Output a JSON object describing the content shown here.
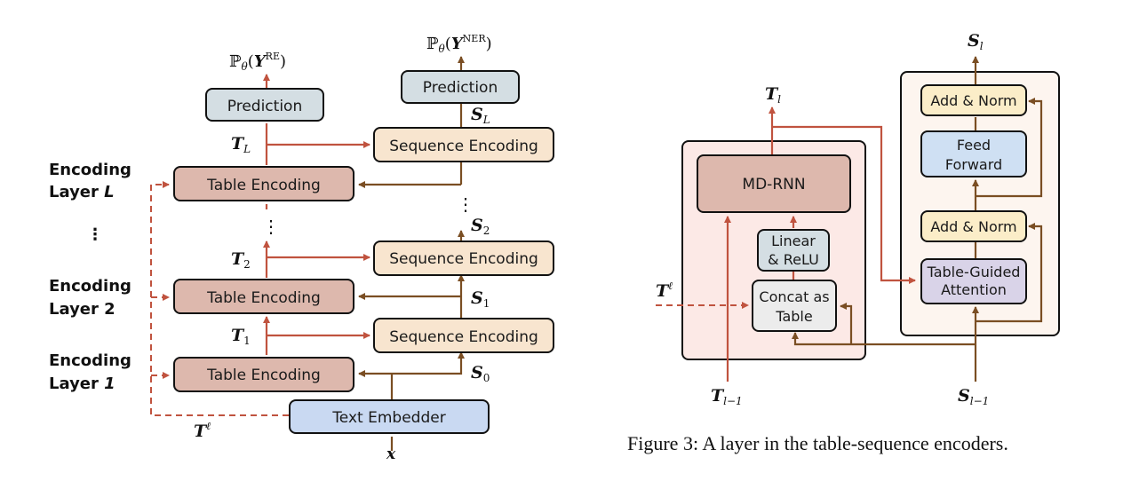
{
  "left_figure": {
    "layer_labels": [
      {
        "line1": "Encoding",
        "line2": "Layer ",
        "index": "L"
      },
      {
        "line1": "Encoding",
        "line2": "Layer ",
        "index": "2"
      },
      {
        "line1": "Encoding",
        "line2": "Layer ",
        "index": "1"
      }
    ],
    "vdots": "⋮",
    "prediction_label": "Prediction",
    "table_encoding_label": "Table Encoding",
    "sequence_encoding_label": "Sequence Encoding",
    "text_embedder_label": "Text Embedder",
    "outputs": {
      "re": {
        "prefix": "ℙ",
        "sub": "θ",
        "open": "(",
        "var": "Y",
        "sup": "RE",
        "close": ")"
      },
      "ner": {
        "prefix": "ℙ",
        "sub": "θ",
        "open": "(",
        "var": "Y",
        "sup": "NER",
        "close": ")"
      }
    },
    "symbols": {
      "T": "T",
      "S": "S",
      "T_L_sub": "L",
      "T_2_sub": "2",
      "T_1_sub": "1",
      "S_L_sub": "L",
      "S_2_sub": "2",
      "S_1_sub": "1",
      "S_0_sub": "0",
      "T_ell_sup": "ℓ",
      "x": "x"
    }
  },
  "right_figure": {
    "md_rnn_label": "MD-RNN",
    "linear_relu_line1": "Linear",
    "linear_relu_line2": "& ReLU",
    "concat_line1": "Concat as",
    "concat_line2": "Table",
    "add_norm_label": "Add & Norm",
    "feed_forward_line1": "Feed",
    "feed_forward_line2": "Forward",
    "tga_line1": "Table-Guided",
    "tga_line2": "Attention",
    "symbols": {
      "T": "T",
      "S": "S",
      "T_l_sub": "l",
      "T_lm1_sub": "l−1",
      "S_l_sub": "l",
      "S_lm1_sub": "l−1",
      "T_ell_sup": "ℓ"
    }
  },
  "caption": "Figure 3: A layer in the table-sequence encoders.",
  "colors": {
    "red_arrow": "#c0533f",
    "brown_arrow": "#7a4e23",
    "table_box": "#ddb8ad",
    "seq_box": "#f8e5cf",
    "pred_box": "#d4dee3",
    "embed_box": "#c9d9f2",
    "outer_table": "#fce9e6",
    "outer_seq": "#fdf5ef",
    "linear_box": "#d4dee3",
    "concat_box": "#ececec",
    "addnorm_box": "#fbedc8",
    "ff_box": "#cfe0f3",
    "tga_box": "#d9d3e8"
  }
}
